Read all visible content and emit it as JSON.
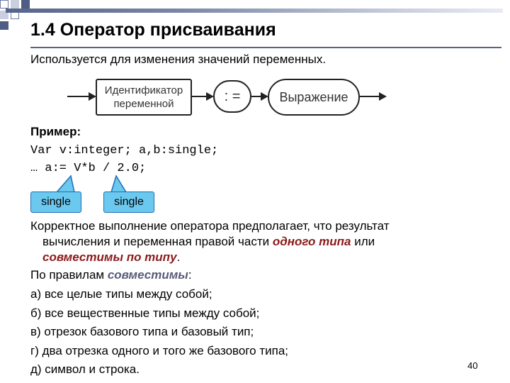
{
  "header": {
    "title": "1.4 Оператор присваивания"
  },
  "subtitle": "Используется для изменения значений переменных.",
  "diagram": {
    "identifier_line1": "Идентификатор",
    "identifier_line2": "переменной",
    "assign_op": ": =",
    "expression": "Выражение"
  },
  "example": {
    "label": "Пример:",
    "code_line1": "Var v:integer; a,b:single;",
    "code_line2": "… a:= V*b / 2.0;"
  },
  "callouts": {
    "left": "single",
    "right": "single"
  },
  "paragraph": {
    "line1": "Корректное выполнение оператора предполагает, что результат",
    "line2_pre": "вычисления и переменная правой части ",
    "line2_em": "одного типа",
    "line2_post": " или",
    "line3_em": "совместимы по типу",
    "line3_post": "."
  },
  "rules": {
    "intro_pre": "По правилам ",
    "intro_em": "совместимы",
    "intro_post": ":",
    "items": [
      "а) все целые типы между собой;",
      "б) все вещественные типы между собой;",
      "в) отрезок базового типа и базовый тип;",
      "г) два отрезка одного и того же базового типа;",
      "д) символ и строка."
    ]
  },
  "page_number": "40"
}
